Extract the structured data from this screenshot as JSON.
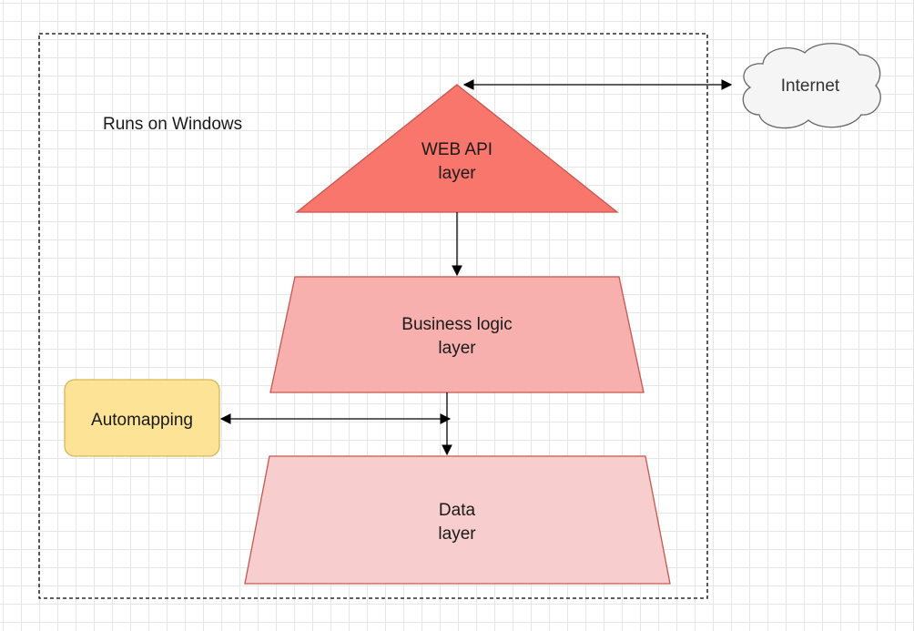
{
  "boundary": {
    "label": "Runs on Windows"
  },
  "nodes": {
    "web_api": {
      "line1": "WEB API",
      "line2": "layer",
      "fill": "#F8766B",
      "stroke": "#C8564E"
    },
    "business": {
      "line1": "Business logic",
      "line2": "layer",
      "fill": "#F7B0AE",
      "stroke": "#C8564E"
    },
    "data": {
      "line1": "Data",
      "line2": "layer",
      "fill": "#F7CECD",
      "stroke": "#C8564E"
    },
    "automapping": {
      "label": "Automapping",
      "fill": "#FCE396",
      "stroke": "#D6B656"
    },
    "internet": {
      "label": "Internet",
      "fill": "#F5F5F5",
      "stroke": "#666666"
    }
  },
  "edges": [
    {
      "from": "web_api",
      "to": "internet",
      "direction": "both"
    },
    {
      "from": "web_api",
      "to": "business",
      "direction": "forward"
    },
    {
      "from": "business",
      "to": "data",
      "direction": "forward"
    },
    {
      "from": "automapping",
      "to": "business-data-edge",
      "direction": "both"
    }
  ]
}
